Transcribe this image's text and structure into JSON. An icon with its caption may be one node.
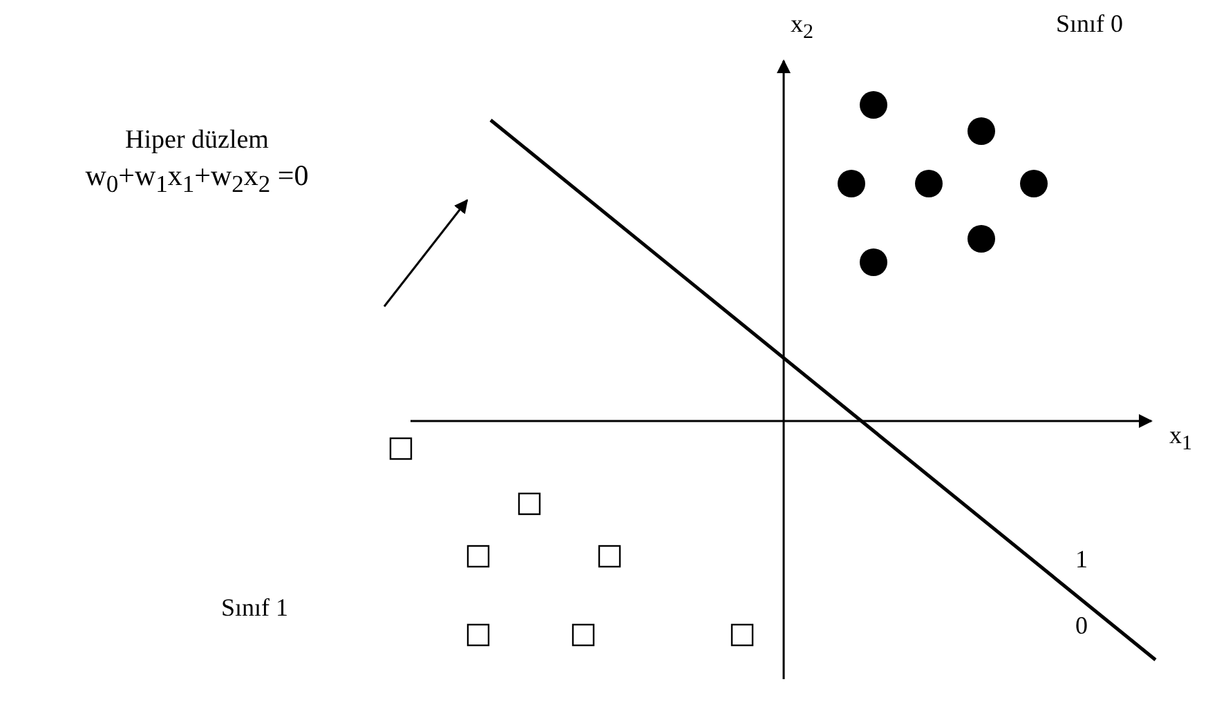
{
  "diagram": {
    "nodes": [
      {
        "text": [
          "Hiper düzlem",
          "w$_{0}$+w$_{1}$x$_{1}$+w$_{2}$x$_{2}$ =0"
        ]
      }
    ],
    "labels": [
      "x$_{2}$",
      "Sınıf 0",
      "x$_{1}$",
      "1",
      "Sınıf 1",
      "0"
    ]
  }
}
